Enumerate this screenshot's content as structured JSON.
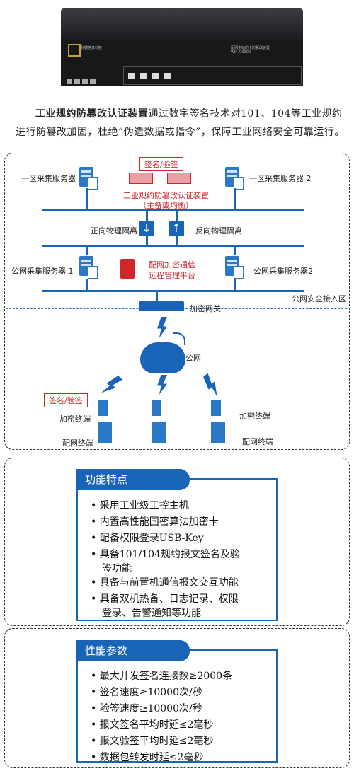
{
  "device": {
    "brand": "科德信息科技",
    "model_line1": "配网主站防卡防篡改装置",
    "model_line2": "WD-X-0000"
  },
  "intro": {
    "highlight": "工业规约防篡改认证装置",
    "text": "通过数字签名技术对101、104等工业规约进行防篡改加固，杜绝“伪造数据或指令”，保障工业网络安全可靠运行。"
  },
  "diagram": {
    "sign_verify_top": "签名/验签",
    "server1": "一区采集服务器 1",
    "server2": "一区采集服务器 2",
    "device_name": "工业规约防篡改认证装置",
    "device_sub": "（主备或均衡）",
    "forward_iso": "正向物理隔离",
    "reverse_iso": "反向物理隔离",
    "public_server1": "公网采集服务器 1",
    "public_server2": "公网采集服务器2",
    "platform_line1": "配网加密通信",
    "platform_line2": "远程管理平台",
    "access_zone": "公网安全接入区",
    "gateway": "加密网关",
    "public_net": "公网",
    "sign_verify_bottom": "签名/验签",
    "enc_terminal_left": "加密终端",
    "enc_terminal_right": "加密终端",
    "dist_terminal_left": "配网终端",
    "dist_terminal_right": "配网终端"
  },
  "features": {
    "title": "功能特点",
    "items": [
      "采用工业级工控主机",
      "内置高性能国密算法加密卡",
      "配备权限登录USB-Key",
      "具备101/104规约报文签名及验",
      "签功能",
      "具备与前置机通信报文交互功能",
      "具备双机热备、日志记录、权限",
      "登录、告警通知等功能"
    ]
  },
  "params": {
    "title": "性能参数",
    "items": [
      "最大并发签名连接数≥2000条",
      "签名速度≥10000次/秒",
      "验签速度≥10000次/秒",
      "报文签名平均时延≤2毫秒",
      "报文验签平均时延≤2毫秒",
      "数据包转发时延≤2毫秒"
    ]
  },
  "colors": {
    "accent_blue": "#1a64b8",
    "red": "#d0262c"
  }
}
